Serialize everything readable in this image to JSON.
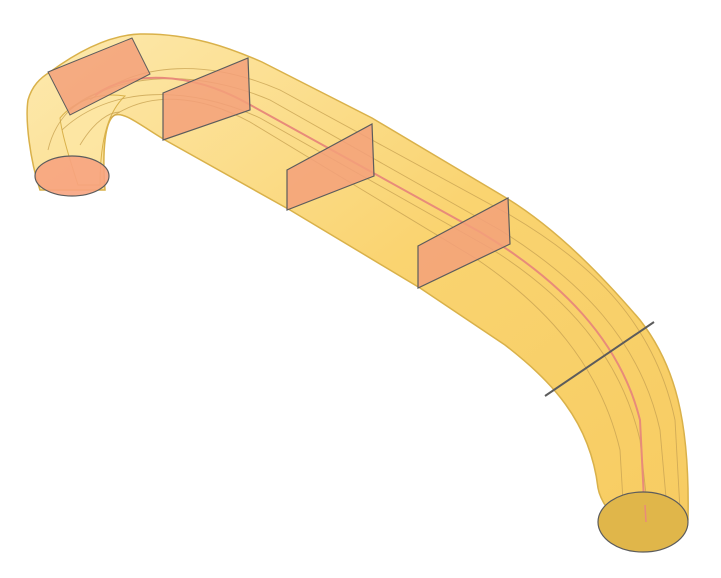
{
  "model": {
    "kind": "swept-duct-loft",
    "colors": {
      "background": "#ffffff",
      "body_fill": "#f9cf61",
      "body_fill_light": "#fde7a6",
      "body_edge": "#d9b14a",
      "iso_lines": "#c8a352",
      "section_fill": "#f3a07a",
      "section_edge": "#5c5c5c",
      "spine": "#e88b7a",
      "end_face_bottom": "#e0b64a",
      "end_face_top": "#f7a37f"
    },
    "sections": [
      {
        "name": "profile-top-end",
        "shape": "circle"
      },
      {
        "name": "profile-1",
        "shape": "rectangle"
      },
      {
        "name": "profile-2",
        "shape": "rectangle"
      },
      {
        "name": "profile-3",
        "shape": "rectangle"
      },
      {
        "name": "profile-4",
        "shape": "rectangle"
      },
      {
        "name": "profile-bend",
        "shape": "circle"
      },
      {
        "name": "profile-bottom-end",
        "shape": "circle"
      }
    ]
  }
}
